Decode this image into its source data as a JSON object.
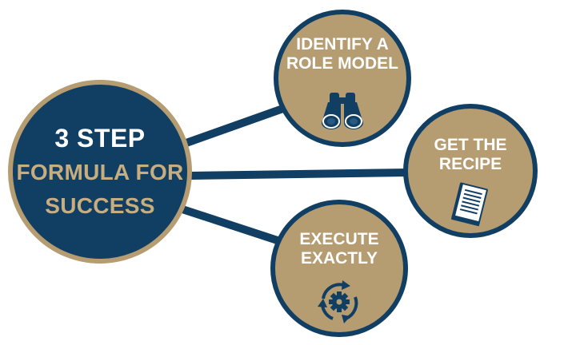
{
  "colors": {
    "navy": "#113e63",
    "gold": "#b59c71",
    "light_gold_text": "#c8ad7f",
    "white": "#ffffff"
  },
  "center": {
    "line1": "3 STEP",
    "line2": "FORMULA FOR",
    "line3": "SUCCESS"
  },
  "steps": [
    {
      "label": "IDENTIFY A\nROLE MODEL",
      "icon": "binoculars-icon"
    },
    {
      "label": "GET THE\nRECIPE",
      "icon": "book-icon"
    },
    {
      "label": "EXECUTE\nEXACTLY",
      "icon": "cycle-gear-icon"
    }
  ]
}
